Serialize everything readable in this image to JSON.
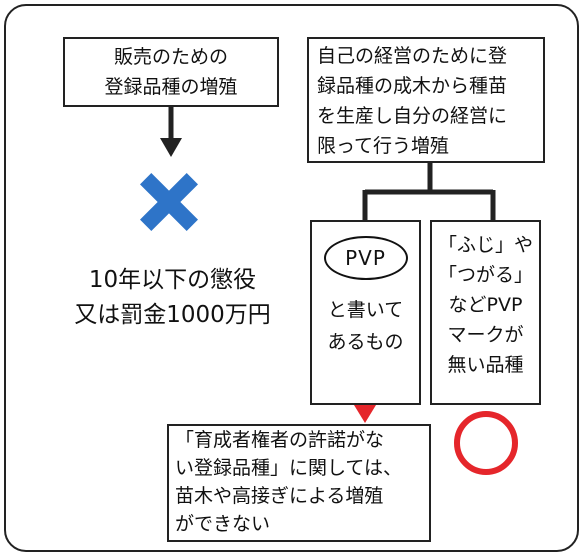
{
  "boxes": {
    "sales": {
      "lines": [
        "販売のための",
        "登録品種の増殖"
      ]
    },
    "self_use": {
      "lines": [
        "自己の経営のために登",
        "録品種の成木から種苗",
        "を生産し自分の経営に",
        "限って行う増殖"
      ]
    },
    "pvp": {
      "mark": "PVP",
      "lines": [
        "と書いて",
        "あるもの"
      ]
    },
    "no_mark": {
      "lines": [
        "「ふじ」や",
        "「つがる」",
        "などPVP",
        "マークが",
        "無い品種"
      ]
    },
    "note": {
      "lines": [
        "「育成者権者の許諾がな",
        "い登録品種」に関しては、",
        "苗木や高接ぎによる増殖",
        "ができない"
      ]
    }
  },
  "penalty": {
    "lines": [
      "10年以下の懲役",
      "又は罰金1000万円"
    ]
  },
  "symbols": {
    "prohibited": "cross-mark",
    "allowed": "circle-mark"
  },
  "colors": {
    "line": "#222222",
    "cross": "#2e74c8",
    "circle": "#e5262b",
    "red_arrow": "#e5262b"
  }
}
